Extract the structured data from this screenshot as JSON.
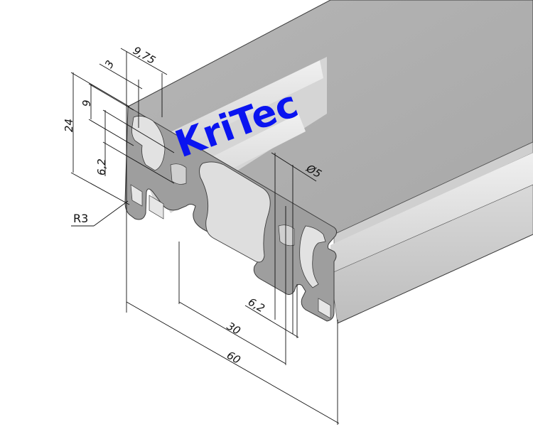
{
  "drawing": {
    "subject": "Aluminium extrusion profile 24x60, isometric view",
    "brand": {
      "text": "KriTec",
      "color": "#0a14f0"
    },
    "colors": {
      "top_face": "#adadad",
      "side_face": "#c8c8c8",
      "section_face": "#9c9c9c",
      "groove_light": "#e4e4e4",
      "outline": "#3a3a3a",
      "dimension": "#111111"
    },
    "dimensions": {
      "height_total": "24",
      "slot_depth": "9",
      "slot_width_left": "6,2",
      "wall_thickness": "3",
      "slot_offset": "9,75",
      "radius": "R3",
      "core_bore": "Ø5",
      "slot_width_bottom": "6,2",
      "pitch": "30",
      "width_total": "60"
    }
  }
}
